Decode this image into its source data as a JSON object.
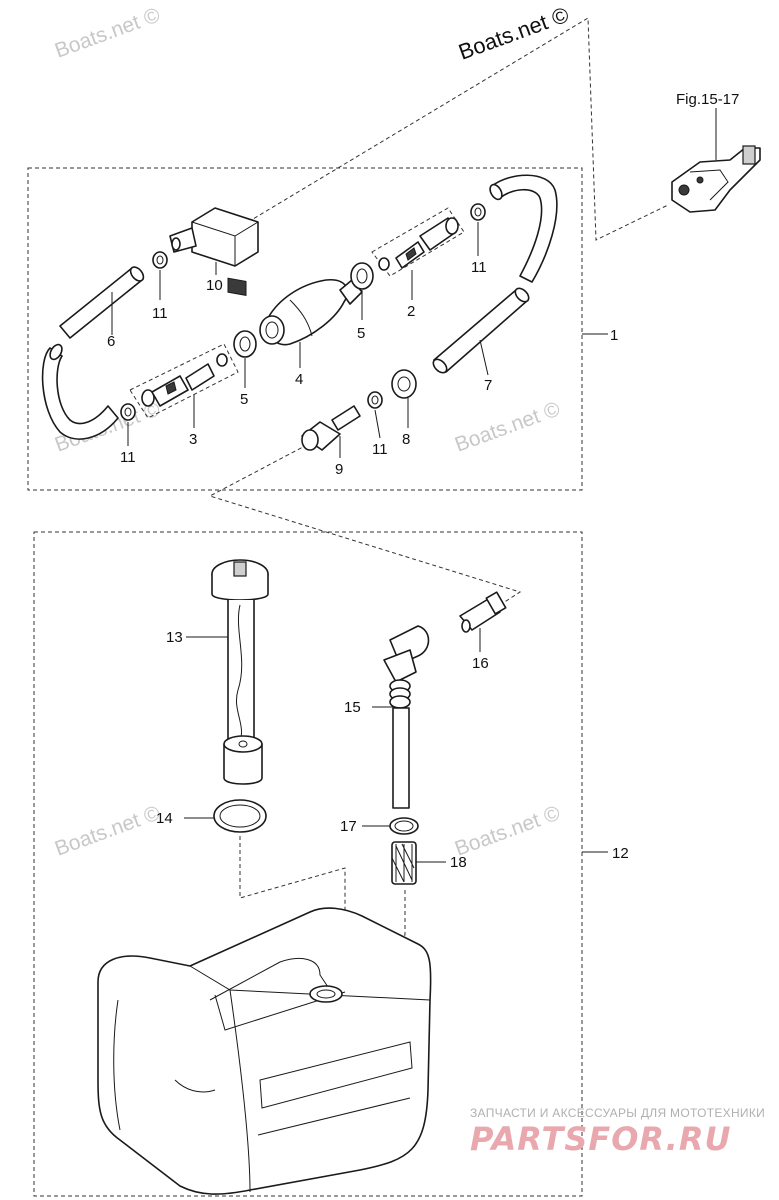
{
  "watermarks": {
    "top_right": "Boats.net ©",
    "faded": [
      "Boats.net ©",
      "Boats.net ©",
      "Boats.net ©",
      "Boats.net ©",
      "Boats.net ©"
    ]
  },
  "reference": {
    "figure": "Fig.15-17"
  },
  "callouts": {
    "p1": "1",
    "p2": "2",
    "p3": "3",
    "p4": "4",
    "p5a": "5",
    "p5b": "5",
    "p6": "6",
    "p7": "7",
    "p8": "8",
    "p9": "9",
    "p10": "10",
    "p11a": "11",
    "p11b": "11",
    "p11c": "11",
    "p11d": "11",
    "p12": "12",
    "p13": "13",
    "p14": "14",
    "p15": "15",
    "p16": "16",
    "p17": "17",
    "p18": "18"
  },
  "branding": {
    "tagline": "ЗАПЧАСТИ И АКСЕССУАРЫ ДЛЯ МОТОТЕХНИКИ",
    "logo": "PARTSFOR.RU"
  }
}
